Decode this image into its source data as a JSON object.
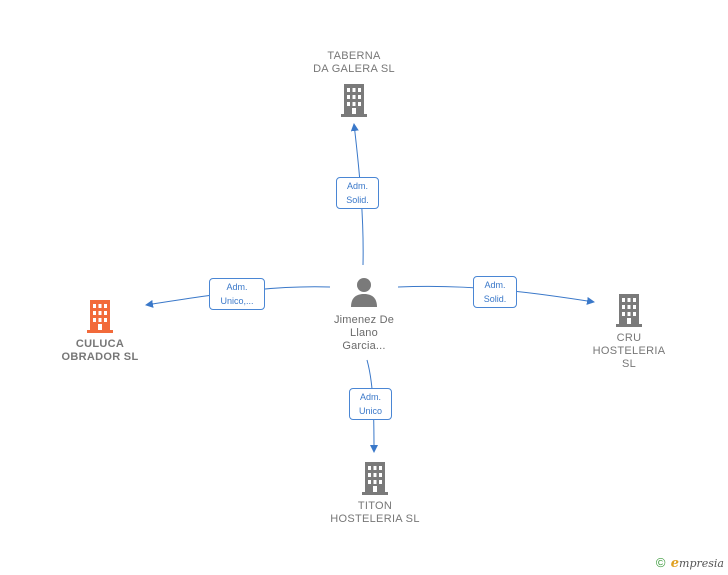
{
  "colors": {
    "edge": "#3a78c9",
    "company_icon": "#7a7a7a",
    "main_company_icon": "#f26a3a",
    "person_icon": "#7a7a7a"
  },
  "nodes": {
    "top": {
      "name": "TABERNA\nDA GALERA  SL"
    },
    "left": {
      "name": "CULUCA\nOBRADOR  SL"
    },
    "center": {
      "name": "Jimenez De\nLlano\nGarcia..."
    },
    "right": {
      "name": "CRU\nHOSTELERIA\nSL"
    },
    "bottom": {
      "name": "TITON\nHOSTELERIA SL"
    }
  },
  "edges": {
    "top": {
      "label": "Adm.\nSolid."
    },
    "left": {
      "label": "Adm.\nUnico,..."
    },
    "right": {
      "label": "Adm.\nSolid."
    },
    "bottom": {
      "label": "Adm.\nUnico"
    }
  },
  "footer": {
    "copyright": "©",
    "brand_initial": "e",
    "brand_rest": "mpresia"
  }
}
